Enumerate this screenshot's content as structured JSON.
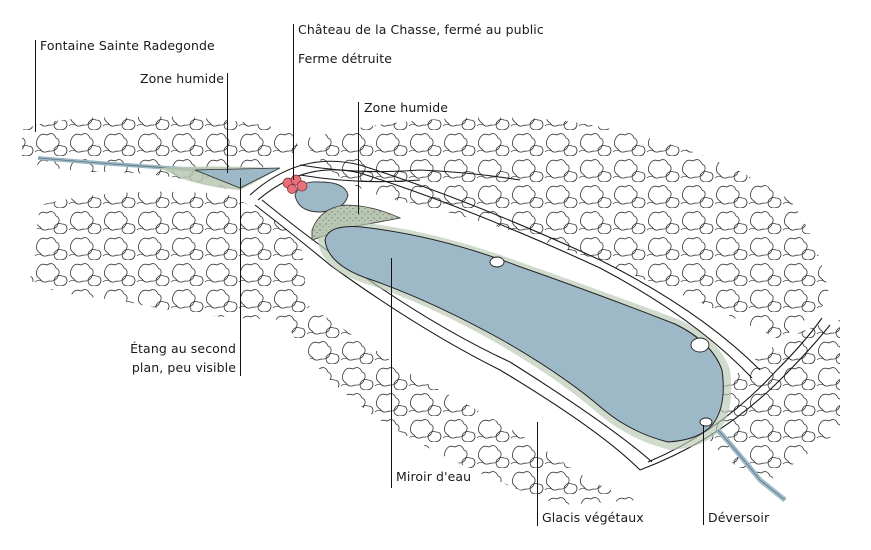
{
  "diagram": {
    "colors": {
      "water": "#9db8c6",
      "water_edge": "#7f98a6",
      "wetland": "#b9c7b2",
      "wetland_dark": "#8fa08a",
      "chateau": "#e8707a",
      "ink": "#1a1a1a",
      "vegetation_ink": "#2b2b2b"
    },
    "labels": [
      {
        "id": "fontaine",
        "text": "Fontaine Sainte Radegonde"
      },
      {
        "id": "zone-humide-1",
        "text": "Zone humide"
      },
      {
        "id": "chateau",
        "text": "Château de la Chasse, fermé au public"
      },
      {
        "id": "ferme",
        "text": "Ferme détruite"
      },
      {
        "id": "zone-humide-2",
        "text": "Zone humide"
      },
      {
        "id": "etang-line1",
        "text": "Étang au second"
      },
      {
        "id": "etang-line2",
        "text": "plan, peu visible"
      },
      {
        "id": "miroir",
        "text": "Miroir d'eau"
      },
      {
        "id": "glacis",
        "text": "Glacis végétaux"
      },
      {
        "id": "deversoir",
        "text": "Déversoir"
      }
    ]
  }
}
